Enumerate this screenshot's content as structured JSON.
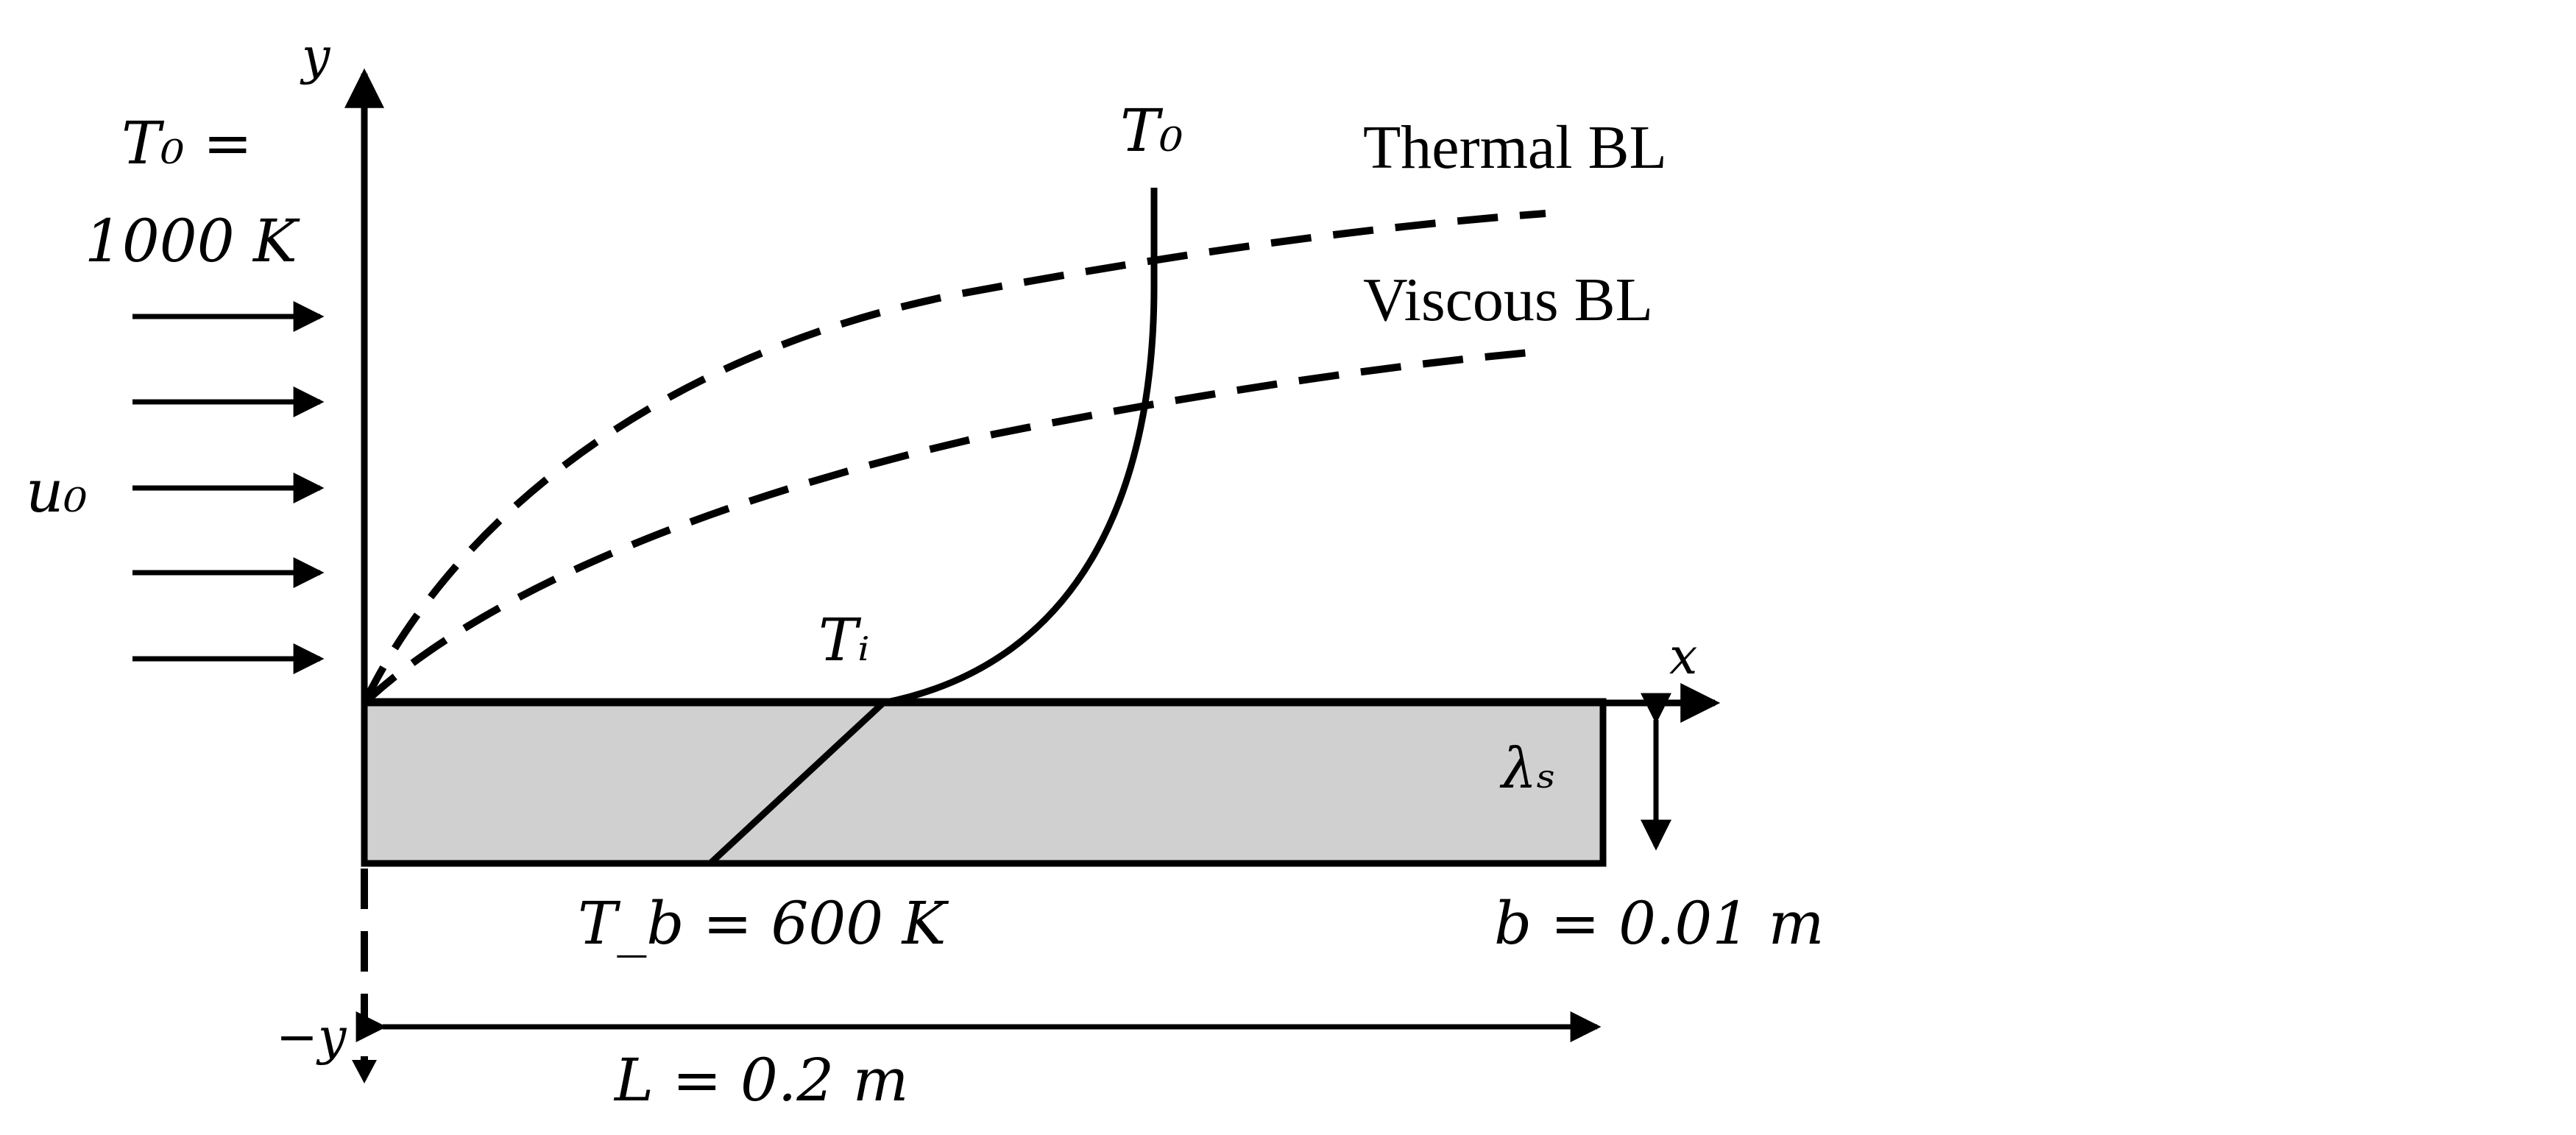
{
  "labels": {
    "y_axis": "y",
    "neg_y_axis": "−y",
    "x_axis": "x",
    "inlet_temp_line1": "T₀ =",
    "inlet_temp_line2": "1000 K",
    "inlet_velocity": "u₀",
    "freestream_temp": "T₀",
    "interface_temp": "Tᵢ",
    "thermal_bl": "Thermal BL",
    "viscous_bl": "Viscous BL",
    "solid_conductivity": "λₛ",
    "bottom_temp": "T_b = 600 K",
    "thickness": "b = 0.01 m",
    "length": "L = 0.2 m"
  },
  "colors": {
    "stroke": "#000000",
    "plate_fill": "#d1d0d1",
    "background": "#ffffff"
  }
}
